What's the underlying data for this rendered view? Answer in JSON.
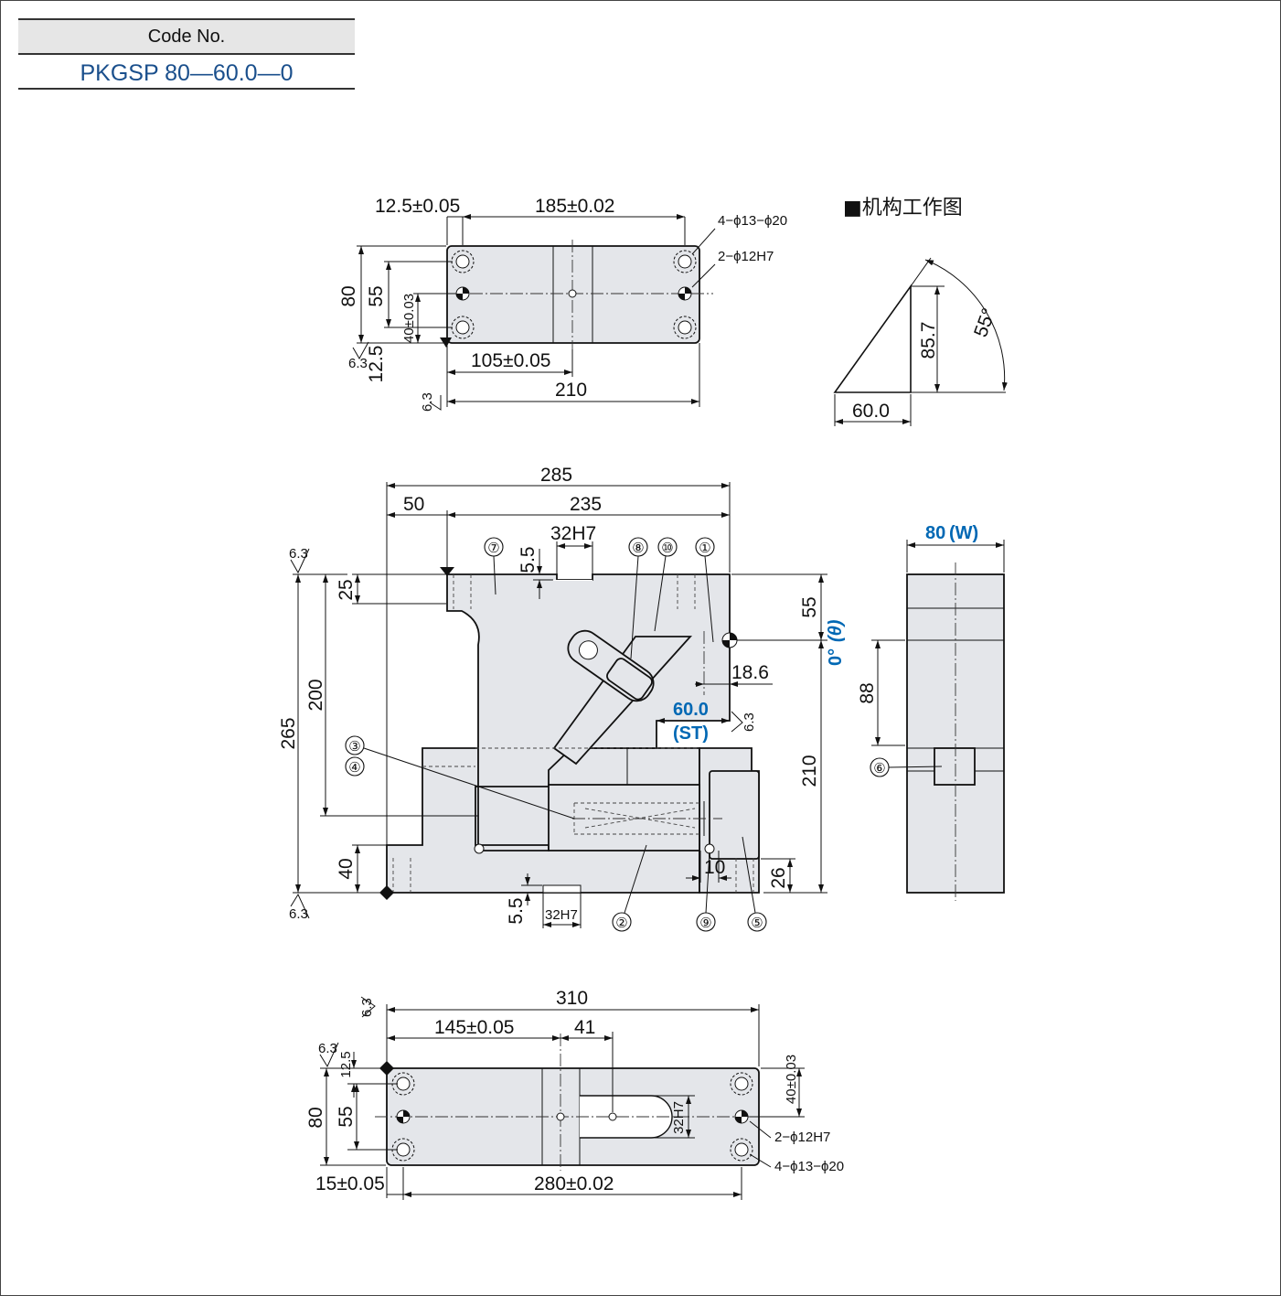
{
  "code_box": {
    "header": "Code No.",
    "value": "PKGSP 80—60.0—0"
  },
  "mechanism": {
    "title": "■机构工作图",
    "height": "85.7",
    "base": "60.0",
    "angle": "55°"
  },
  "top_view": {
    "dim_12_5": "12.5±0.05",
    "dim_185": "185±0.02",
    "holes_label": "4−ϕ13−ϕ20",
    "pins_label": "2−ϕ12H7",
    "dim_80": "80",
    "dim_55": "55",
    "dim_40": "40±0.03",
    "dim_12_5b": "12.5",
    "dim_105": "105±0.05",
    "dim_210": "210",
    "roughness": "6.3"
  },
  "front_view": {
    "dim_285": "285",
    "dim_50": "50",
    "dim_235": "235",
    "dim_32h7_top": "32H7",
    "dim_5_5_top": "5.5",
    "dim_25": "25",
    "dim_200": "200",
    "dim_265": "265",
    "dim_40": "40",
    "dim_55": "55",
    "angle_zero": "0°",
    "theta": "(θ)",
    "dim_18_6": "18.6",
    "stroke": "60.0",
    "stroke_label": "(ST)",
    "dim_210": "210",
    "dim_10": "10",
    "dim_26": "26",
    "dim_5_5_bot": "5.5",
    "dim_32h7_bot": "32H7",
    "roughness": "6.3",
    "balloons": [
      "①",
      "②",
      "③",
      "④",
      "⑤",
      "⑥",
      "⑦",
      "⑧",
      "⑨",
      "⑩"
    ]
  },
  "side_view": {
    "width": "80",
    "width_label": "(W)",
    "dim_88": "88"
  },
  "bottom_view": {
    "dim_310": "310",
    "dim_145": "145±0.05",
    "dim_41": "41",
    "dim_12_5": "12.5",
    "dim_80": "80",
    "dim_55": "55",
    "dim_40": "40±0.03",
    "dim_32h7": "32H7",
    "pins_label": "2−ϕ12H7",
    "holes_label": "4−ϕ13−ϕ20",
    "dim_15": "15±0.05",
    "dim_280": "280±0.02",
    "roughness": "6.3"
  }
}
